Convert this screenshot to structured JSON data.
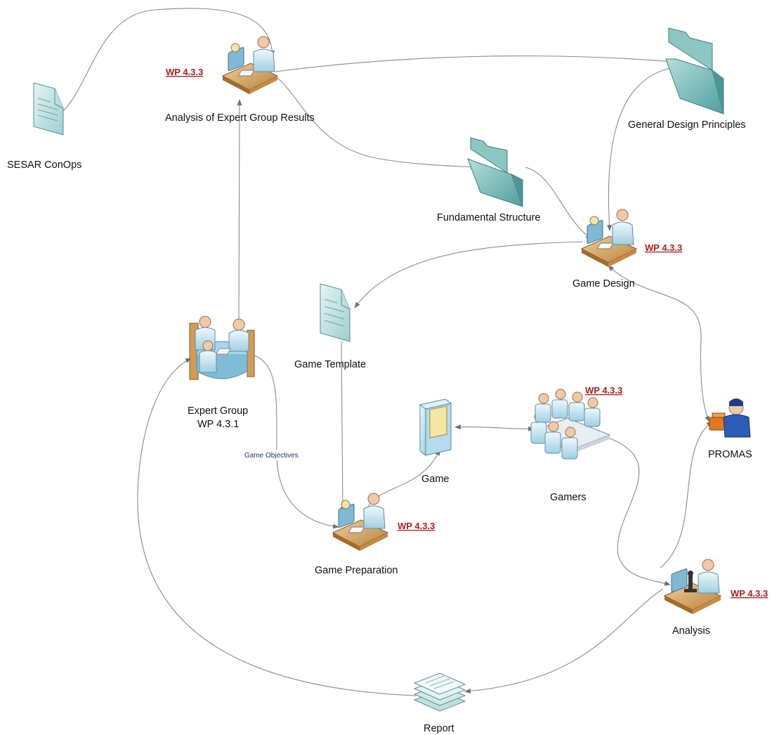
{
  "nodes": {
    "sesar_conops": {
      "label": "SESAR ConOps",
      "icon": "document-icon"
    },
    "analysis_expert": {
      "label": "Analysis of Expert Group Results",
      "wp": "WP 4.3.3",
      "icon": "workstation-person-icon"
    },
    "general_design": {
      "label": "General Design Principles",
      "icon": "folder-icon"
    },
    "fundamental": {
      "label": "Fundamental Structure",
      "icon": "folder-icon"
    },
    "game_design": {
      "label": "Game Design",
      "wp": "WP 4.3.3",
      "icon": "workstation-person-icon"
    },
    "game_template": {
      "label": "Game Template",
      "icon": "document-icon"
    },
    "expert_group": {
      "label": "Expert Group",
      "label2": "WP 4.3.1",
      "icon": "meeting-table-icon"
    },
    "game": {
      "label": "Game",
      "icon": "server-icon"
    },
    "gamers": {
      "label": "Gamers",
      "wp": "WP 4.3.3",
      "icon": "conference-group-icon"
    },
    "promas": {
      "label": "PROMAS",
      "icon": "mechanic-person-icon"
    },
    "game_prep": {
      "label": "Game Preparation",
      "wp": "WP 4.3.3",
      "icon": "workstation-person-icon"
    },
    "analysis": {
      "label": "Analysis",
      "wp": "WP 4.3.3",
      "icon": "lab-microscope-person-icon"
    },
    "report": {
      "label": "Report",
      "icon": "stacked-documents-icon"
    }
  },
  "edges": {
    "game_objectives_label": "Game Objectives"
  },
  "colors": {
    "wp_label": "#b31b1b",
    "connector": "#8c8c8c",
    "icon_teal": "#7fc1c3",
    "icon_light_blue": "#c6e3f2",
    "desk": "#d9a96b"
  }
}
